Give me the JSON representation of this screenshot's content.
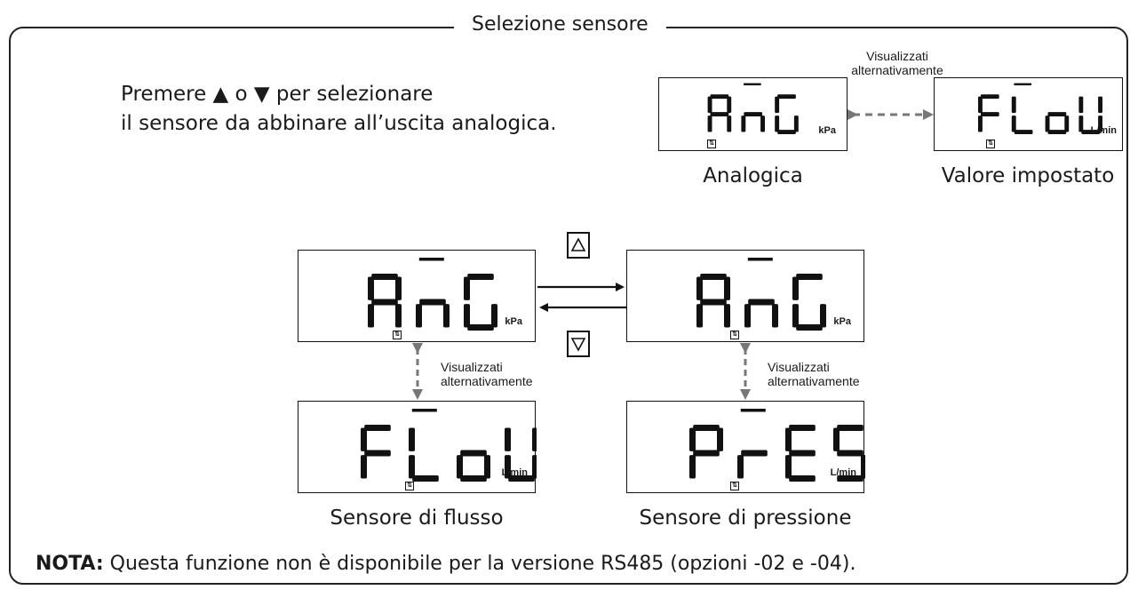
{
  "frame": {
    "title": "Selezione sensore"
  },
  "instruction": {
    "line1": "Premere ▲ o ▼ per selezionare",
    "line2": "il sensore da abbinare all’uscita analogica."
  },
  "alternating_label": {
    "line1": "Visualizzati",
    "line2": "alternativamente"
  },
  "top_displays": [
    {
      "segments": "AnG",
      "unit": "kPa",
      "caption": "Analogica"
    },
    {
      "segments": "FLoW",
      "unit": "L/min",
      "caption": "Valore impostato"
    }
  ],
  "main_displays": [
    {
      "segments": "AnG",
      "unit": "kPa"
    },
    {
      "segments": "AnG",
      "unit": "kPa"
    }
  ],
  "bottom_displays": [
    {
      "segments": "FLoW",
      "unit": "L/min",
      "caption": "Sensore di flusso"
    },
    {
      "segments": "PrES",
      "unit": "L/min",
      "caption": "Sensore di pressione"
    }
  ],
  "buttons": {
    "up_icon": "triangle-up-icon",
    "down_icon": "triangle-down-icon"
  },
  "note": {
    "label": "NOTA:",
    "text": " Questa funzione non è disponibile per la versione RS485 (opzioni -02 e -04)."
  },
  "indicator_symbol": "⇅"
}
